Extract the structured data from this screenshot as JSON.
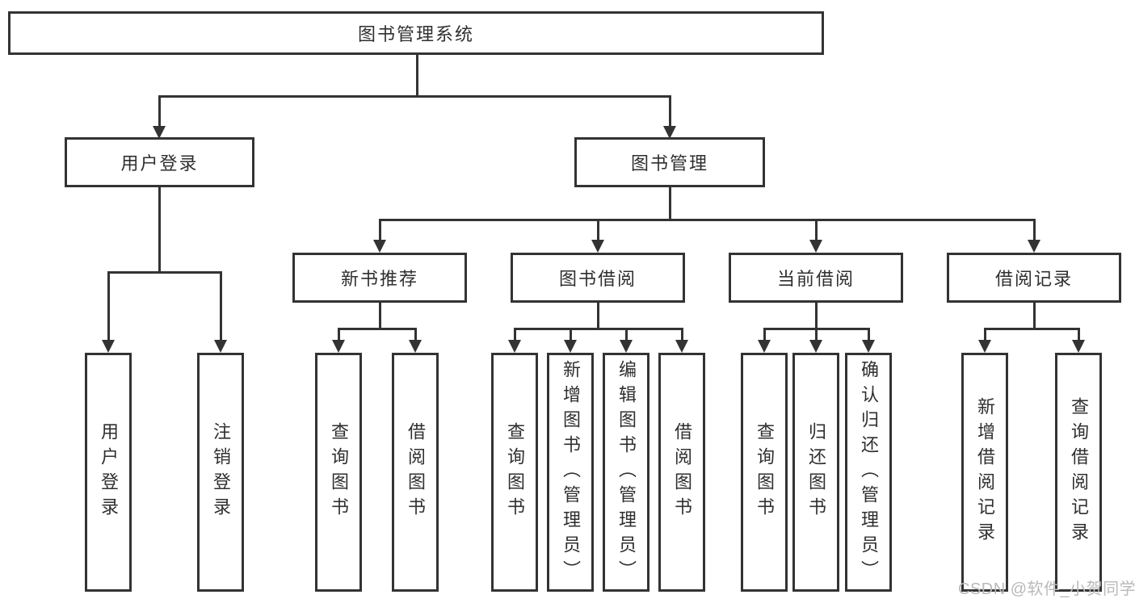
{
  "diagram": {
    "root": {
      "label": "图书管理系统"
    },
    "branches": [
      {
        "label": "用户登录",
        "children": [
          {
            "label": "用户登录"
          },
          {
            "label": "注销登录"
          }
        ]
      },
      {
        "label": "图书管理",
        "children": [
          {
            "label": "新书推荐",
            "children": [
              {
                "label": "查询图书"
              },
              {
                "label": "借阅图书"
              }
            ]
          },
          {
            "label": "图书借阅",
            "children": [
              {
                "label": "查询图书"
              },
              {
                "label": "新增图书（管理员）"
              },
              {
                "label": "编辑图书（管理员）"
              },
              {
                "label": "借阅图书"
              }
            ]
          },
          {
            "label": "当前借阅",
            "children": [
              {
                "label": "查询图书"
              },
              {
                "label": "归还图书"
              },
              {
                "label": "确认归还（管理员）"
              }
            ]
          },
          {
            "label": "借阅记录",
            "children": [
              {
                "label": "新增借阅记录"
              },
              {
                "label": "查询借阅记录"
              }
            ]
          }
        ]
      }
    ],
    "watermark": "CSDN @软件_小贺同学",
    "colors": {
      "line": "#333333",
      "text": "#2f2f2f",
      "watermark": "#b9b9b9",
      "background": "#ffffff"
    }
  }
}
